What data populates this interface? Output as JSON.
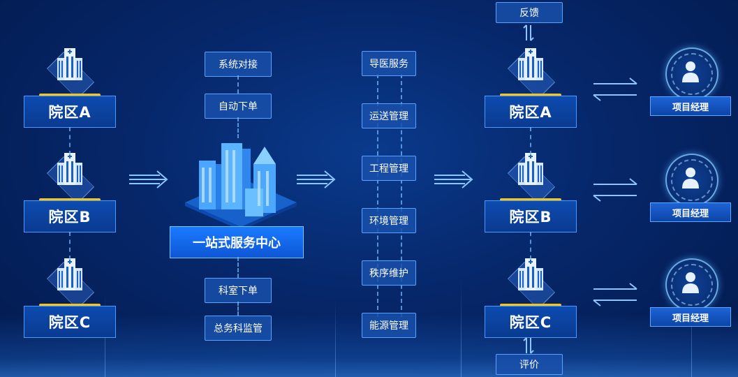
{
  "left_campuses": [
    "院区A",
    "院区B",
    "院区C"
  ],
  "hub": {
    "title": "一站式服务中心",
    "inputs_top": [
      "系统对接",
      "自动下单"
    ],
    "inputs_bottom": [
      "科室下单",
      "总务科监管"
    ]
  },
  "services": [
    "导医服务",
    "运送管理",
    "工程管理",
    "环境管理",
    "秩序维护",
    "能源管理"
  ],
  "right_campuses": [
    "院区A",
    "院区B",
    "院区C"
  ],
  "feedback": "反馈",
  "evaluation": "评价",
  "managers": [
    "项目经理",
    "项目经理",
    "项目经理"
  ],
  "colors": {
    "accent": "#f5c51c",
    "box_border": "#5aa2ff",
    "hub": "#1a7bff"
  }
}
